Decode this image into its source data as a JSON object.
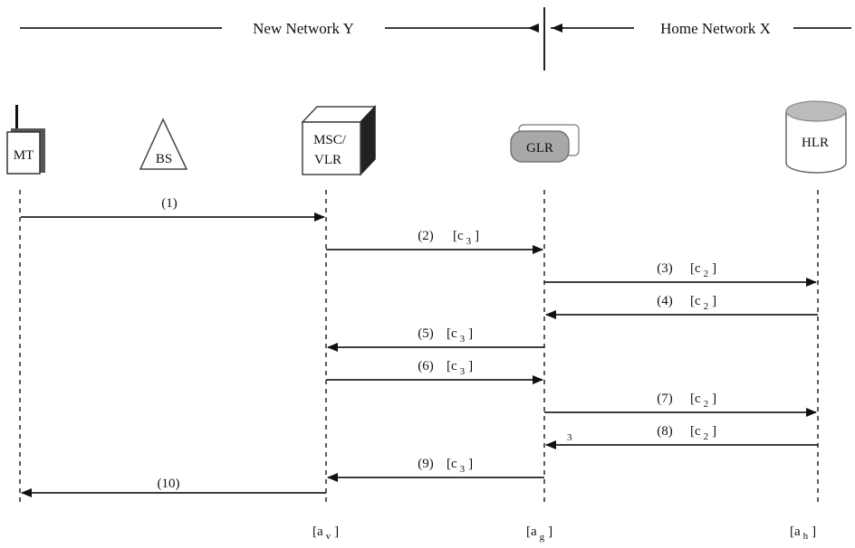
{
  "header": {
    "left_region": "New Network Y",
    "right_region": "Home Network X"
  },
  "nodes": {
    "mt": "MT",
    "bs": "BS",
    "msc_line1": "MSC/",
    "msc_line2": "VLR",
    "glr": "GLR",
    "hlr": "HLR"
  },
  "messages": [
    {
      "label": "(1)",
      "cost_base": "",
      "cost_sub": ""
    },
    {
      "label": "(2)",
      "cost_base": "c",
      "cost_sub": "3"
    },
    {
      "label": "(3)",
      "cost_base": "c",
      "cost_sub": "2"
    },
    {
      "label": "(4)",
      "cost_base": "c",
      "cost_sub": "2"
    },
    {
      "label": "(5)",
      "cost_base": "c",
      "cost_sub": "3"
    },
    {
      "label": "(6)",
      "cost_base": "c",
      "cost_sub": "3"
    },
    {
      "label": "(7)",
      "cost_base": "c",
      "cost_sub": "2"
    },
    {
      "label": "(8)",
      "cost_base": "c",
      "cost_sub": "2"
    },
    {
      "label": "(9)",
      "cost_base": "c",
      "cost_sub": "3"
    },
    {
      "label": "(10)",
      "cost_base": "",
      "cost_sub": ""
    }
  ],
  "stray_mark": "3",
  "footer": [
    {
      "base": "a",
      "sub": "v"
    },
    {
      "base": "a",
      "sub": "g"
    },
    {
      "base": "a",
      "sub": "h"
    }
  ]
}
